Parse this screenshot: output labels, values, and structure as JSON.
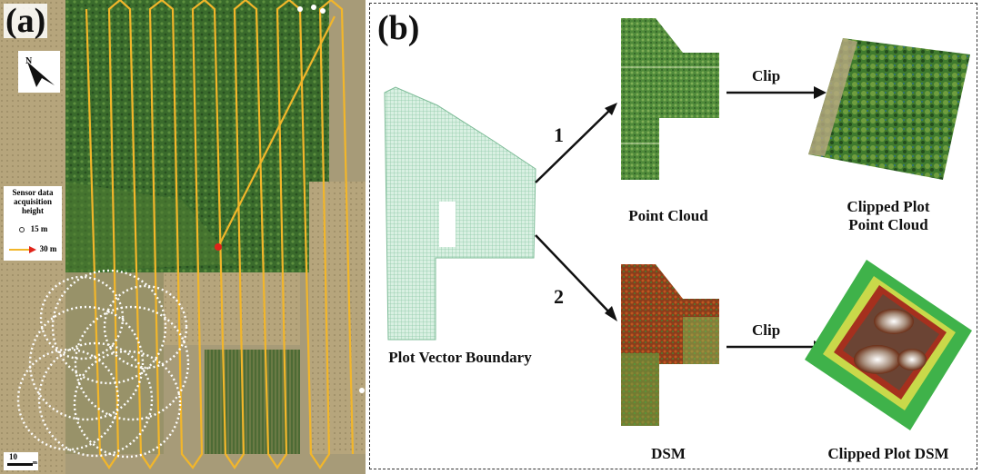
{
  "panel_a": {
    "label": "(a)",
    "legend": {
      "title": "Sensor data acquisition height",
      "item_circle": "15 m",
      "item_arrow": "30 m"
    },
    "scale": {
      "value": "10",
      "unit": "m"
    },
    "colors": {
      "flight_path": "#f2b62a",
      "waypoint": "#ffffff",
      "field_dark": "#2f5a26",
      "field_light": "#b9ad86",
      "start_marker": "#e0241a"
    },
    "icons": [
      "north-arrow-icon"
    ]
  },
  "panel_b": {
    "label": "(b)",
    "input_label": "Plot Vector Boundary",
    "route_1": "1",
    "route_2": "2",
    "point_cloud_label": "Point Cloud",
    "dsm_label": "DSM",
    "clip_top": "Clip",
    "clip_bottom": "Clip",
    "clipped_pc_label_line1": "Clipped Plot",
    "clipped_pc_label_line2": "Point Cloud",
    "clipped_dsm_label": "Clipped Plot DSM",
    "colors": {
      "vector_boundary": "#9fd3b5",
      "dsm_brown": "#7b3a1c",
      "dsm_green": "#2e8b3a"
    }
  }
}
